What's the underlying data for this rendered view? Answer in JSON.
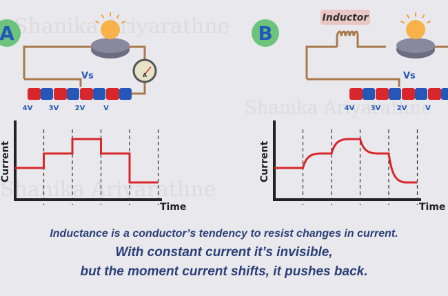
{
  "panels": [
    {
      "badge": "A",
      "vs_label": "Vs",
      "cell_labels": [
        "4V",
        "3V",
        "2V",
        "V"
      ],
      "ylabel": "Current",
      "xlabel": "Time",
      "current_levels": [
        2,
        3,
        4,
        3,
        1
      ],
      "smooth": false
    },
    {
      "badge": "B",
      "inductor_label": "Inductor",
      "vs_label": "Vs",
      "cell_labels": [
        "4V",
        "3V",
        "2V",
        "V"
      ],
      "ylabel": "Current",
      "xlabel": "Time",
      "current_levels": [
        2,
        3,
        4,
        3,
        1
      ],
      "smooth": true
    }
  ],
  "ammeter_label": "A",
  "watermark": "Shanika Ariyarathne",
  "caption": [
    "Inductance is a conductor’s tendency to resist changes in current.",
    "With constant current it’s invisible,",
    "but the moment current shifts, it pushes back."
  ],
  "colors": {
    "wire": "#a87a4c",
    "red": "#d8262a",
    "blue": "#2457b8",
    "curve": "#d8262a",
    "badge": "#6cc47c",
    "badge_text": "#2457b8",
    "caption": "#2b3f78"
  }
}
